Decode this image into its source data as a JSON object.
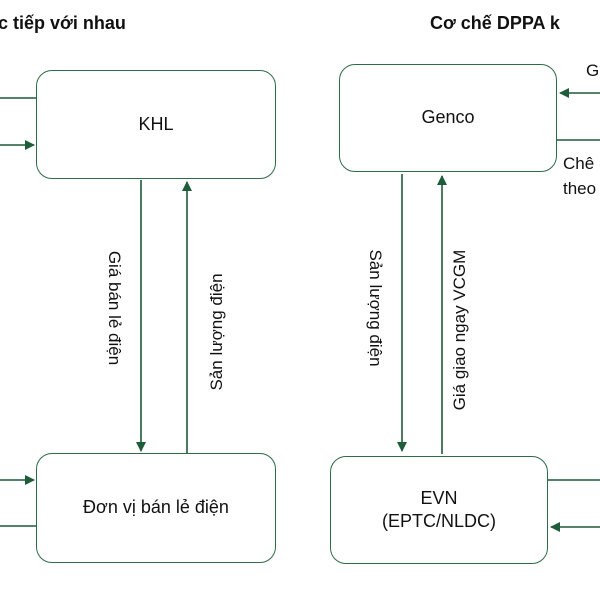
{
  "headings": {
    "left": "c tiếp với nhau",
    "right": "Cơ chế DPPA k"
  },
  "left_panel": {
    "top_box": "KHL",
    "bottom_box": "Đơn vị bán lẻ điện",
    "down_arrow_label": "Giá bán lẻ điện",
    "up_arrow_label": "Sản lượng điện"
  },
  "right_panel": {
    "top_box": "Genco",
    "bottom_box_line1": "EVN",
    "bottom_box_line2": "(EPTC/NLDC)",
    "down_arrow_label": "Sản lượng điện",
    "up_arrow_label": "Giá giao ngay VCGM",
    "side_top": "G",
    "side_mid_line1": "Chê",
    "side_mid_line2": "theo"
  },
  "colors": {
    "line": "#1e5c3a",
    "box_border": "#2e6b47"
  }
}
